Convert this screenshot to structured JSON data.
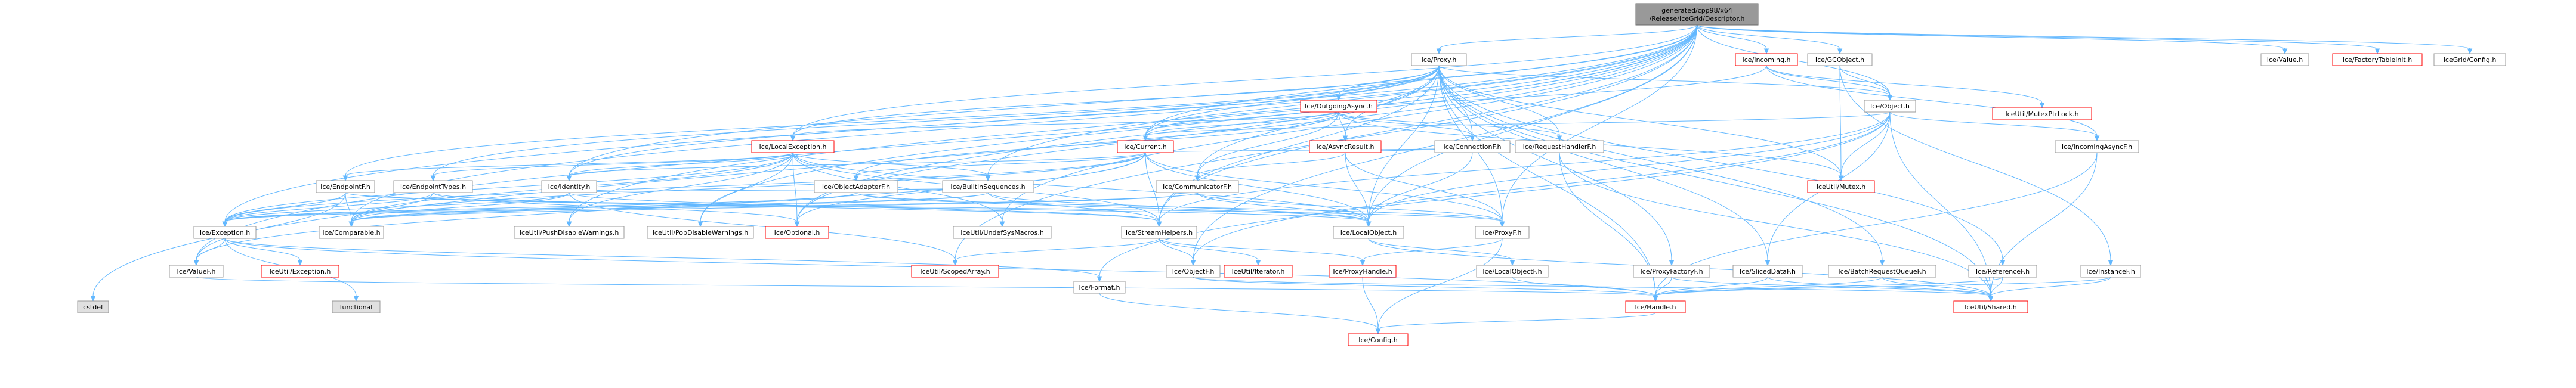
{
  "colors": {
    "node_border": "#999999",
    "missing_border": "#ff0000",
    "root_fill": "#999999",
    "external_fill": "#e0e0e0",
    "edge": "#63b8ff",
    "text": "#000000"
  },
  "root": {
    "line1": "generated/cpp98/x64",
    "line2": "/Release/IceGrid/Descriptor.h"
  },
  "nodes": [
    {
      "id": "proxy",
      "label": "Ice/Proxy.h",
      "missing": false
    },
    {
      "id": "incoming",
      "label": "Ice/Incoming.h",
      "missing": true
    },
    {
      "id": "gcobject",
      "label": "Ice/GCObject.h",
      "missing": false
    },
    {
      "id": "value",
      "label": "Ice/Value.h",
      "missing": false
    },
    {
      "id": "factorytableinit",
      "label": "Ice/FactoryTableInit.h",
      "missing": true
    },
    {
      "id": "icegridconfig",
      "label": "IceGrid/Config.h",
      "missing": false
    },
    {
      "id": "mutexptrlock",
      "label": "IceUtil/MutexPtrLock.h",
      "missing": true
    },
    {
      "id": "outgoingasync",
      "label": "Ice/OutgoingAsync.h",
      "missing": true
    },
    {
      "id": "object",
      "label": "Ice/Object.h",
      "missing": false
    },
    {
      "id": "localexception",
      "label": "Ice/LocalException.h",
      "missing": true
    },
    {
      "id": "current",
      "label": "Ice/Current.h",
      "missing": true
    },
    {
      "id": "asyncresult",
      "label": "Ice/AsyncResult.h",
      "missing": true
    },
    {
      "id": "connectionf",
      "label": "Ice/ConnectionF.h",
      "missing": false
    },
    {
      "id": "requesthandlerf",
      "label": "Ice/RequestHandlerF.h",
      "missing": false
    },
    {
      "id": "incomingasyncf",
      "label": "Ice/IncomingAsyncF.h",
      "missing": false
    },
    {
      "id": "endpointf",
      "label": "Ice/EndpointF.h",
      "missing": false
    },
    {
      "id": "endpointtypes",
      "label": "Ice/EndpointTypes.h",
      "missing": false
    },
    {
      "id": "identity",
      "label": "Ice/Identity.h",
      "missing": false
    },
    {
      "id": "objectadapterf",
      "label": "Ice/ObjectAdapterF.h",
      "missing": false
    },
    {
      "id": "builtinsequences",
      "label": "Ice/BuiltinSequences.h",
      "missing": false
    },
    {
      "id": "communicatorf",
      "label": "Ice/CommunicatorF.h",
      "missing": false
    },
    {
      "id": "mutex",
      "label": "IceUtil/Mutex.h",
      "missing": true
    },
    {
      "id": "exception",
      "label": "Ice/Exception.h",
      "missing": false
    },
    {
      "id": "comparable",
      "label": "Ice/Comparable.h",
      "missing": false
    },
    {
      "id": "pushdisable",
      "label": "IceUtil/PushDisableWarnings.h",
      "missing": false
    },
    {
      "id": "popdisable",
      "label": "IceUtil/PopDisableWarnings.h",
      "missing": false
    },
    {
      "id": "optional",
      "label": "Ice/Optional.h",
      "missing": true
    },
    {
      "id": "undefsys",
      "label": "IceUtil/UndefSysMacros.h",
      "missing": false
    },
    {
      "id": "streamhelpers",
      "label": "Ice/StreamHelpers.h",
      "missing": false
    },
    {
      "id": "localobject",
      "label": "Ice/LocalObject.h",
      "missing": false
    },
    {
      "id": "proxyf",
      "label": "Ice/ProxyF.h",
      "missing": false
    },
    {
      "id": "valuef",
      "label": "Ice/ValueF.h",
      "missing": false
    },
    {
      "id": "iceutilexception",
      "label": "IceUtil/Exception.h",
      "missing": true
    },
    {
      "id": "functional",
      "label": "functional",
      "missing": false,
      "external": true
    },
    {
      "id": "scopedarray",
      "label": "IceUtil/ScopedArray.h",
      "missing": true
    },
    {
      "id": "format",
      "label": "Ice/Format.h",
      "missing": false
    },
    {
      "id": "objectf",
      "label": "Ice/ObjectF.h",
      "missing": false
    },
    {
      "id": "iterator",
      "label": "IceUtil/Iterator.h",
      "missing": true
    },
    {
      "id": "proxyhandle",
      "label": "Ice/ProxyHandle.h",
      "missing": true
    },
    {
      "id": "localobjectf",
      "label": "Ice/LocalObjectF.h",
      "missing": false
    },
    {
      "id": "proxyfactoryf",
      "label": "Ice/ProxyFactoryF.h",
      "missing": false
    },
    {
      "id": "sliceddataf",
      "label": "Ice/SlicedDataF.h",
      "missing": false
    },
    {
      "id": "batchrequestqueuef",
      "label": "Ice/BatchRequestQueueF.h",
      "missing": false
    },
    {
      "id": "referencef",
      "label": "Ice/ReferenceF.h",
      "missing": false
    },
    {
      "id": "instancef",
      "label": "Ice/InstanceF.h",
      "missing": false
    },
    {
      "id": "cstdef",
      "label": "cstdef",
      "missing": false,
      "external": true
    },
    {
      "id": "handle",
      "label": "Ice/Handle.h",
      "missing": true
    },
    {
      "id": "shared",
      "label": "IceUtil/Shared.h",
      "missing": true
    },
    {
      "id": "config",
      "label": "Ice/Config.h",
      "missing": true
    }
  ],
  "edges": [
    [
      "root",
      "proxy"
    ],
    [
      "root",
      "incoming"
    ],
    [
      "root",
      "gcobject"
    ],
    [
      "root",
      "value"
    ],
    [
      "root",
      "factorytableinit"
    ],
    [
      "root",
      "icegridconfig"
    ],
    [
      "root",
      "localexception"
    ],
    [
      "root",
      "current"
    ],
    [
      "root",
      "identity"
    ],
    [
      "root",
      "builtinsequences"
    ],
    [
      "root",
      "exception"
    ],
    [
      "root",
      "comparable"
    ],
    [
      "root",
      "streamhelpers"
    ],
    [
      "root",
      "localobject"
    ],
    [
      "root",
      "proxyf"
    ],
    [
      "root",
      "valuef"
    ],
    [
      "root",
      "objectf"
    ],
    [
      "root",
      "optional"
    ],
    [
      "root",
      "pushdisable"
    ],
    [
      "root",
      "popdisable"
    ],
    [
      "root",
      "undefsys"
    ],
    [
      "root",
      "object"
    ],
    [
      "root",
      "scopedarray"
    ],
    [
      "root",
      "cstdef"
    ],
    [
      "proxy",
      "outgoingasync"
    ],
    [
      "proxy",
      "current"
    ],
    [
      "proxy",
      "asyncresult"
    ],
    [
      "proxy",
      "connectionf"
    ],
    [
      "proxy",
      "requesthandlerf"
    ],
    [
      "proxy",
      "object"
    ],
    [
      "proxy",
      "mutex"
    ],
    [
      "proxy",
      "proxyf"
    ],
    [
      "proxy",
      "proxyfactoryf"
    ],
    [
      "proxy",
      "sliceddataf"
    ],
    [
      "proxy",
      "batchrequestqueuef"
    ],
    [
      "proxy",
      "referencef"
    ],
    [
      "proxy",
      "communicatorf"
    ],
    [
      "proxy",
      "endpointf"
    ],
    [
      "proxy",
      "endpointtypes"
    ],
    [
      "proxy",
      "handle"
    ],
    [
      "proxy",
      "shared"
    ],
    [
      "proxy",
      "localobject"
    ],
    [
      "proxy",
      "optional"
    ],
    [
      "proxy",
      "streamhelpers"
    ],
    [
      "proxy",
      "identity"
    ],
    [
      "proxy",
      "localexception"
    ],
    [
      "incoming",
      "object"
    ],
    [
      "incoming",
      "current"
    ],
    [
      "incoming",
      "incomingasyncf"
    ],
    [
      "incoming",
      "mutexptrlock"
    ],
    [
      "gcobject",
      "object"
    ],
    [
      "gcobject",
      "mutex"
    ],
    [
      "gcobject",
      "instancef"
    ],
    [
      "object",
      "incomingasyncf"
    ],
    [
      "object",
      "current"
    ],
    [
      "object",
      "mutex"
    ],
    [
      "object",
      "shared"
    ],
    [
      "object",
      "sliceddataf"
    ],
    [
      "object",
      "objectf"
    ],
    [
      "object",
      "format"
    ],
    [
      "object",
      "streamhelpers"
    ],
    [
      "object",
      "localobject"
    ],
    [
      "outgoingasync",
      "asyncresult"
    ],
    [
      "outgoingasync",
      "connectionf"
    ],
    [
      "outgoingasync",
      "requesthandlerf"
    ],
    [
      "outgoingasync",
      "current"
    ],
    [
      "outgoingasync",
      "communicatorf"
    ],
    [
      "outgoingasync",
      "localexception"
    ],
    [
      "outgoingasync",
      "objectadapterf"
    ],
    [
      "outgoingasync",
      "mutex"
    ],
    [
      "localexception",
      "exception"
    ],
    [
      "localexception",
      "identity"
    ],
    [
      "localexception",
      "builtinsequences"
    ],
    [
      "localexception",
      "endpointf"
    ],
    [
      "localexception",
      "endpointtypes"
    ],
    [
      "localexception",
      "comparable"
    ],
    [
      "localexception",
      "localobject"
    ],
    [
      "localexception",
      "streamhelpers"
    ],
    [
      "localexception",
      "optional"
    ],
    [
      "localexception",
      "pushdisable"
    ],
    [
      "localexception",
      "popdisable"
    ],
    [
      "localexception",
      "undefsys"
    ],
    [
      "current",
      "objectadapterf"
    ],
    [
      "current",
      "connectionf"
    ],
    [
      "current",
      "identity"
    ],
    [
      "current",
      "comparable"
    ],
    [
      "current",
      "streamhelpers"
    ],
    [
      "current",
      "localobject"
    ],
    [
      "current",
      "proxyf"
    ],
    [
      "current",
      "optional"
    ],
    [
      "current",
      "exception"
    ],
    [
      "current",
      "valuef"
    ],
    [
      "asyncresult",
      "localobject"
    ],
    [
      "asyncresult",
      "communicatorf"
    ],
    [
      "asyncresult",
      "connectionf"
    ],
    [
      "asyncresult",
      "proxyf"
    ],
    [
      "connectionf",
      "localobject"
    ],
    [
      "requesthandlerf",
      "handle"
    ],
    [
      "requesthandlerf",
      "shared"
    ],
    [
      "incomingasyncf",
      "handle"
    ],
    [
      "incomingasyncf",
      "shared"
    ],
    [
      "endpointf",
      "localobject"
    ],
    [
      "endpointf",
      "proxyf"
    ],
    [
      "endpointf",
      "exception"
    ],
    [
      "endpointf",
      "valuef"
    ],
    [
      "endpointf",
      "comparable"
    ],
    [
      "endpointtypes",
      "exception"
    ],
    [
      "endpointtypes",
      "comparable"
    ],
    [
      "endpointtypes",
      "streamhelpers"
    ],
    [
      "endpointtypes",
      "optional"
    ],
    [
      "identity",
      "exception"
    ],
    [
      "identity",
      "comparable"
    ],
    [
      "identity",
      "streamhelpers"
    ],
    [
      "identity",
      "builtinsequences"
    ],
    [
      "identity",
      "scopedarray"
    ],
    [
      "objectadapterf",
      "localobject"
    ],
    [
      "objectadapterf",
      "proxyf"
    ],
    [
      "objectadapterf",
      "exception"
    ],
    [
      "objectadapterf",
      "comparable"
    ],
    [
      "builtinsequences",
      "streamhelpers"
    ],
    [
      "builtinsequences",
      "comparable"
    ],
    [
      "builtinsequences",
      "exception"
    ],
    [
      "builtinsequences",
      "localobject"
    ],
    [
      "communicatorf",
      "localobject"
    ],
    [
      "communicatorf",
      "proxyf"
    ],
    [
      "communicatorf",
      "exception"
    ],
    [
      "communicatorf",
      "comparable"
    ],
    [
      "exception",
      "iceutilexception"
    ],
    [
      "exception",
      "functional"
    ],
    [
      "exception",
      "valuef"
    ],
    [
      "exception",
      "format"
    ],
    [
      "exception",
      "handle"
    ],
    [
      "streamhelpers",
      "scopedarray"
    ],
    [
      "streamhelpers",
      "iterator"
    ],
    [
      "streamhelpers",
      "objectf"
    ],
    [
      "streamhelpers",
      "proxyhandle"
    ],
    [
      "localobject",
      "localobjectf"
    ],
    [
      "localobject",
      "shared"
    ],
    [
      "proxyf",
      "proxyhandle"
    ],
    [
      "proxyf",
      "config"
    ],
    [
      "valuef",
      "handle"
    ],
    [
      "objectf",
      "handle"
    ],
    [
      "objectf",
      "shared"
    ],
    [
      "format",
      "config"
    ],
    [
      "proxyhandle",
      "config"
    ],
    [
      "localobjectf",
      "handle"
    ],
    [
      "proxyfactoryf",
      "handle"
    ],
    [
      "proxyfactoryf",
      "shared"
    ],
    [
      "sliceddataf",
      "handle"
    ],
    [
      "sliceddataf",
      "shared"
    ],
    [
      "batchrequestqueuef",
      "handle"
    ],
    [
      "batchrequestqueuef",
      "shared"
    ],
    [
      "referencef",
      "handle"
    ],
    [
      "referencef",
      "shared"
    ],
    [
      "instancef",
      "handle"
    ],
    [
      "instancef",
      "shared"
    ],
    [
      "handle",
      "config"
    ]
  ]
}
